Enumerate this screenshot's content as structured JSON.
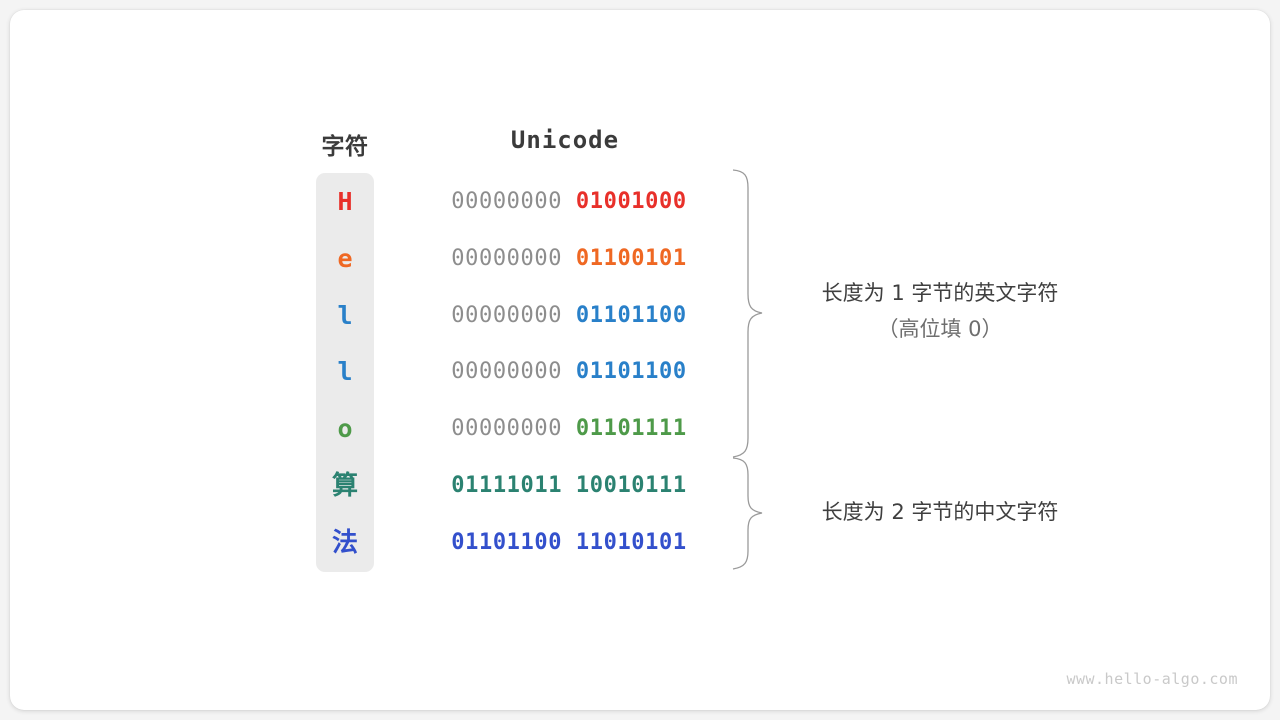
{
  "table": {
    "header_char": "字符",
    "header_unicode": "Unicode",
    "rows": [
      {
        "char": "H",
        "high_byte": "00000000",
        "low_byte": "01001000",
        "color": "#e8302a",
        "is_cjk": false,
        "high_strong": false
      },
      {
        "char": "e",
        "high_byte": "00000000",
        "low_byte": "01100101",
        "color": "#ef6823",
        "is_cjk": false,
        "high_strong": false
      },
      {
        "char": "l",
        "high_byte": "00000000",
        "low_byte": "01101100",
        "color": "#2980c9",
        "is_cjk": false,
        "high_strong": false
      },
      {
        "char": "l",
        "high_byte": "00000000",
        "low_byte": "01101100",
        "color": "#2980c9",
        "is_cjk": false,
        "high_strong": false
      },
      {
        "char": "o",
        "high_byte": "00000000",
        "low_byte": "01101111",
        "color": "#4e9a49",
        "is_cjk": false,
        "high_strong": false
      },
      {
        "char": "算",
        "high_byte": "01111011",
        "low_byte": "10010111",
        "color": "#2b8271",
        "is_cjk": true,
        "high_strong": true
      },
      {
        "char": "法",
        "high_byte": "01101100",
        "low_byte": "11010101",
        "color": "#3350cc",
        "is_cjk": true,
        "high_strong": true
      }
    ]
  },
  "annotations": {
    "group_one_main": "长度为 1 字节的英文字符",
    "group_one_sub": "（高位填 0）",
    "group_two_main": "长度为 2 字节的中文字符"
  },
  "watermark": "www.hello-algo.com",
  "colors": {
    "panel_background": "#ebebeb",
    "high_byte_grey": "#8d8d8d",
    "brace_stroke": "#9a9a9a",
    "card_background": "#ffffff",
    "page_background": "#f4f4f4"
  }
}
